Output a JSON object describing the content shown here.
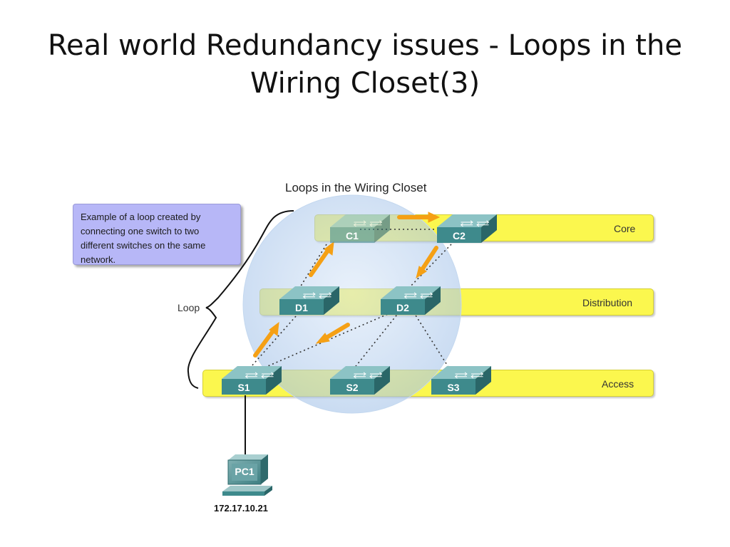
{
  "slide": {
    "title": "Real world Redundancy issues - Loops in the Wiring Closet(3)"
  },
  "diagram": {
    "title": "Loops in the Wiring Closet",
    "callout": "Example of a loop created by connecting one switch to two different switches on the same network.",
    "loop_label": "Loop",
    "layers": [
      "Core",
      "Distribution",
      "Access"
    ],
    "switches": [
      "C1",
      "C2",
      "D1",
      "D2",
      "S1",
      "S2",
      "S3"
    ],
    "pc": {
      "name": "PC1",
      "ip": "172.17.10.21"
    },
    "colors": {
      "layer_band": "#fbf74e",
      "loop_arrow": "#f5a015",
      "loop_circle": "#a9c6ea",
      "callout": "#b7b7f7",
      "switch_body": "#3e8a8c"
    }
  }
}
